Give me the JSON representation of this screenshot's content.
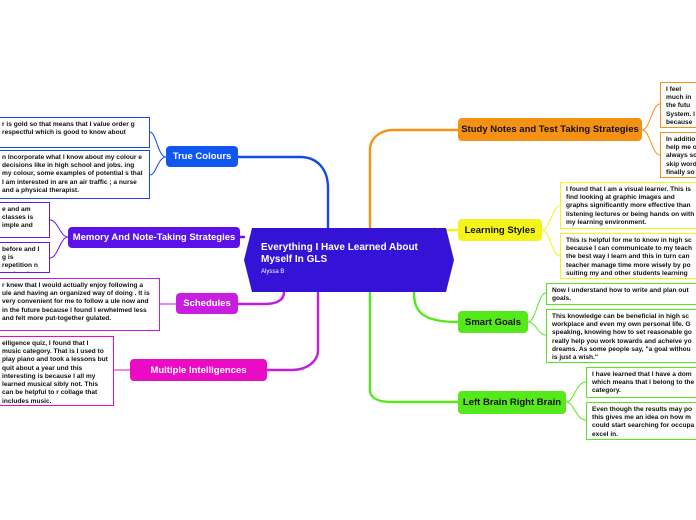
{
  "colors": {
    "central": "#3413d6",
    "blue": "#0f57ee",
    "purple": "#5a12e8",
    "magenta": "#c91ee0",
    "pink": "#ea0cc4",
    "orange": "#f59216",
    "yellow": "#f4f41a",
    "green": "#55e81c",
    "line_blue": "#1549e6",
    "line_purple": "#6716e8",
    "line_magenta": "#c21cdc"
  },
  "central": {
    "title": "Everything I Have Learned About Myself In GLS",
    "subtitle": "Alyssa B"
  },
  "topics": {
    "true_colours": "True Colours",
    "memory": "Memory And Note-Taking Strategies",
    "schedules": "Schedules",
    "multiple_intelligences": "Multiple Intelligences",
    "study_notes": "Study Notes and Test Taking Strategies",
    "learning_styles": "Learning Styles",
    "smart_goals": "Smart Goals",
    "left_right_brain": "Left Brain Right Brain"
  },
  "notes": {
    "tc1": "r is gold so that means that I value order g respectful which is good to know about",
    "tc2": "n Incorporate what I know about my colour e decisions like in high school and jobs. ing my colour, some examples of potential s that I am interested in are an air traffic ; a nurse and a physical therapist.",
    "mem1": "e and am classes is imple and",
    "mem2": "before and I g is repetition n my head.",
    "sch1": "r knew that I would actually enjoy following a ule and having an organized way of doing . It is very convenient for me to follow a ule now and in the future because I found I erwhelmed less and felt more put-together gulated.",
    "mi1": "elligence quiz, I found that I music category. That is I used to play piano and took a lessons but quit about a year und this interesting is because I all my learned musical sibly not. This can be helpful to r collage that includes music.",
    "sn1": "I feel much in the futu System. I because information",
    "sn2": "In additio help me o always so skip word finally so",
    "ls1": "I found that I am a visual learner. This is find looking at graphic images and graphs significantly more effective than listening lectures or being hands on with my learning environment.",
    "ls2": "This is helpful for me to know in high sc because I can communicate to my teach the best way I learn and this in turn can teacher manage time more wisely by po suiting my and other students learning",
    "sg1": "Now I understand how to write and plan out goals.",
    "sg2": "This knowledge can be beneficial in high sc workplace and even my own personal life. G speaking, knowing how to set reasonable go really help you work towards and acheive yo dreams. As some people say, \"a goal withou is just a wish.\"",
    "lb1": "I have learned that I have a dom which means that I belong to the category.",
    "lb2": "Even though the results may po this gives me an idea on how m could start searching for occupa excel in."
  }
}
